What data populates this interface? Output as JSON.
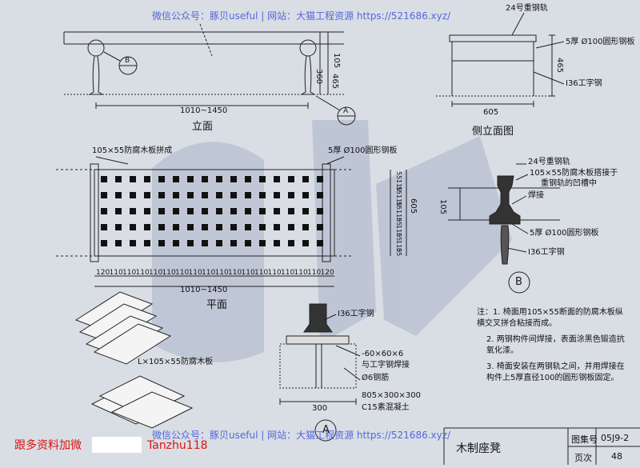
{
  "watermark": {
    "top": "微信公众号：豚贝useful | 网站：大猫工程资源 https://521686.xyz/",
    "bottom": "微信公众号：豚贝useful | 网站：大猫工程资源 https://521686.xyz/",
    "promo": "跟多资料加微",
    "promo_id": "Tanzhu118"
  },
  "elevation": {
    "title": "立面",
    "span": "1010~1450",
    "dim_105": "105",
    "dim_360": "360",
    "dim_465": "465",
    "callout_b": "B",
    "callout_a": "A"
  },
  "side_elevation": {
    "title": "侧立面图",
    "rail": "24号重钢轨",
    "plate": "5厚 Ø100圆形钢板",
    "beam": "I36工字钢",
    "width": "605",
    "height": "465"
  },
  "plan": {
    "title": "平面",
    "board": "105×55防腐木板拼成",
    "plate": "5厚 Ø100圆形钢板",
    "span": "1010~1450",
    "depth": "605",
    "bottom_dims": [
      "120",
      "110",
      "110",
      "110",
      "110",
      "110",
      "110",
      "110",
      "110",
      "110",
      "110",
      "110",
      "110",
      "110",
      "110",
      "110",
      "110",
      "120"
    ],
    "right_dims": [
      "55",
      "110",
      "55",
      "110",
      "55",
      "110",
      "55",
      "110",
      "55",
      "110",
      "55"
    ]
  },
  "detail_b": {
    "callout": "B",
    "rail": "24号重钢轨",
    "board_line1": "105×55防腐木板搭接于",
    "board_line2": "重钢轨的凹槽中",
    "weld": "焊接",
    "plate": "5厚 Ø100圆形钢板",
    "beam": "I36工字钢",
    "dim": "105"
  },
  "iso": {
    "label": "L×105×55防腐木板"
  },
  "detail_a": {
    "callout": "A",
    "beam": "I36工字钢",
    "plate_line1": "-60×60×6",
    "plate_line2": "与工字钢焊接",
    "bar": "Ø6钢筋",
    "footing": "805×300×300",
    "concrete": "C15素混凝土",
    "width": "300"
  },
  "notes": {
    "n1": "注：1. 椅面用105×55断面的防腐木板纵横交叉拼合粘接而成。",
    "n2": "2. 两钢构件间焊接，表面涂黑色锻造抗氧化漆。",
    "n3": "3. 椅面安装在两钢轨之间，并用焊接在构件上5厚直径100的圆形钢板固定。"
  },
  "title_block": {
    "name": "木制座凳",
    "atlas_label": "图集号",
    "atlas_no": "05J9-2",
    "page_label": "页次",
    "page_no": "48"
  }
}
